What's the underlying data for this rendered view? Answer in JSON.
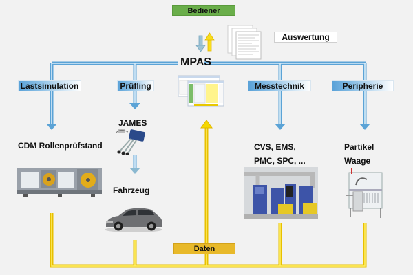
{
  "title": "MPAS",
  "tags": {
    "operator": "Bediener",
    "evaluation": "Auswertung",
    "data": "Daten",
    "branches": [
      "Lastsimulation",
      "Prüfling",
      "Messtechnik",
      "Peripherie"
    ]
  },
  "nodes": {
    "dyno": "CDM Rollenprüfstand",
    "james": "JAMES",
    "vehicle": "Fahrzeug",
    "measurement_line1": "CVS, EMS,",
    "measurement_line2": "PMC, SPC, ...",
    "periphery_line1": "Partikel",
    "periphery_line2": "Waage"
  },
  "colors": {
    "control_bus": "#6fb1e0",
    "data_bus": "#f5d800",
    "operator_tag": "#6aae4a",
    "data_tag": "#e8b92a",
    "background": "#f2f2f2"
  }
}
